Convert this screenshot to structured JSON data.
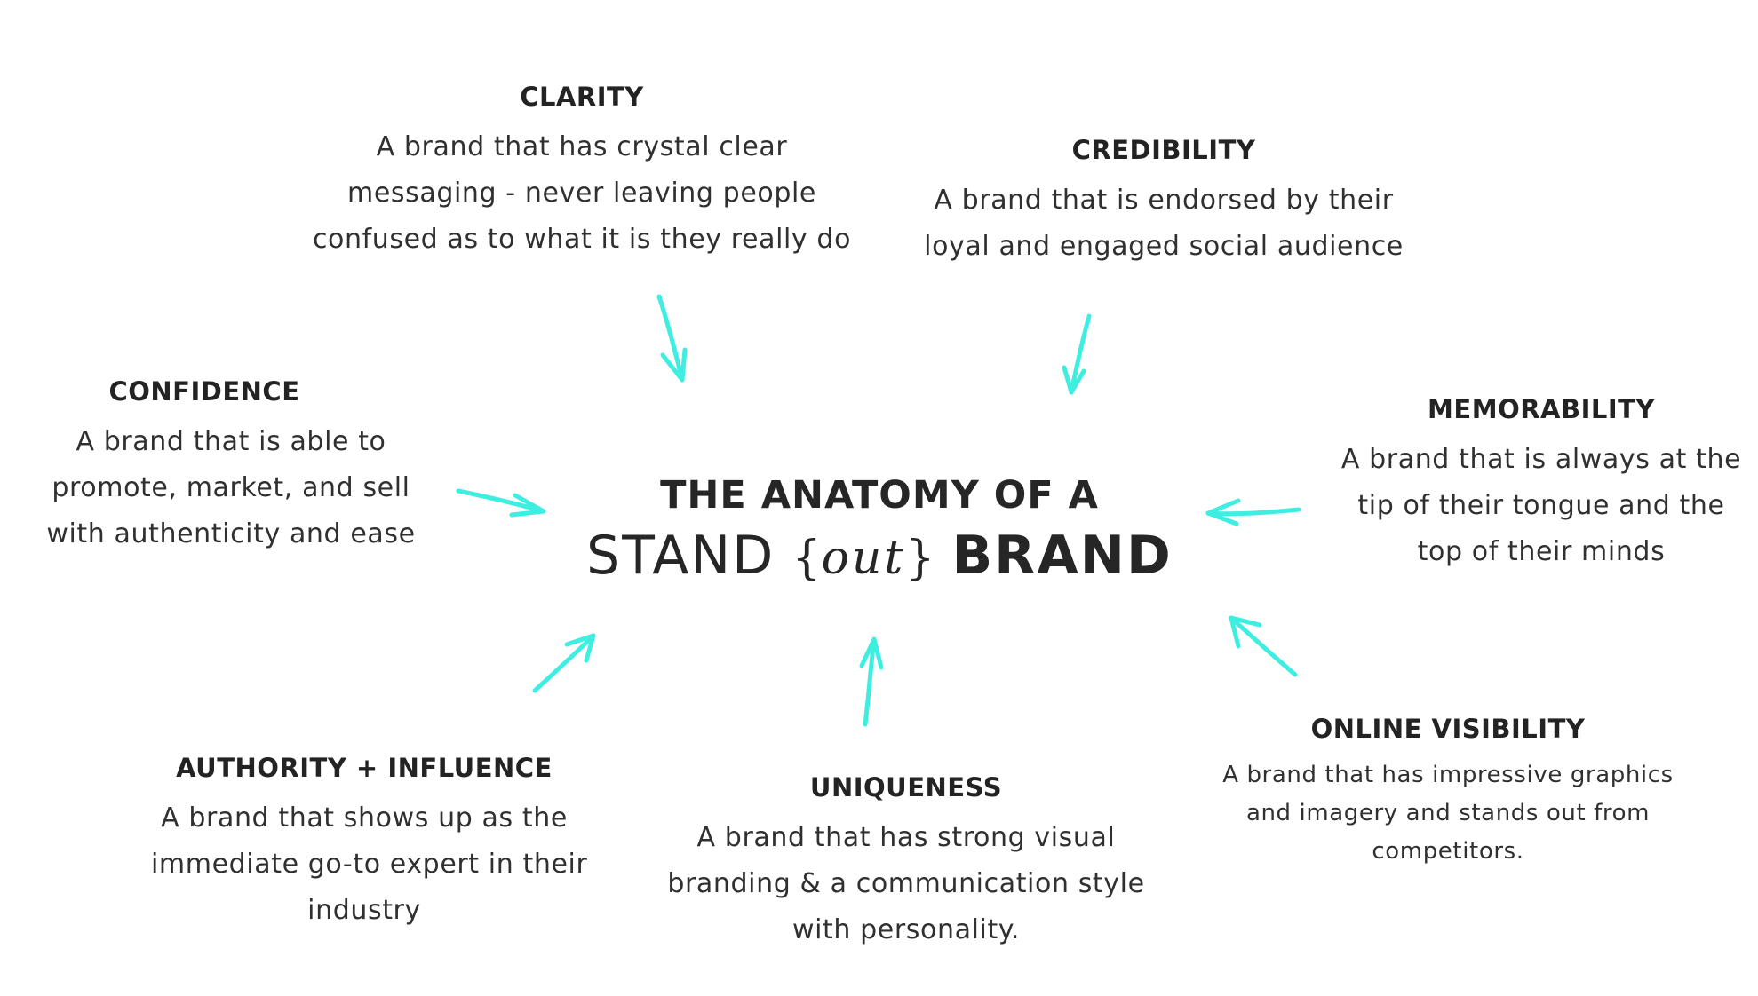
{
  "center": {
    "line1": "THE ANATOMY OF A",
    "stand": "STAND",
    "open_brace": "{",
    "out": "out",
    "close_brace": "}",
    "brand": "BRAND"
  },
  "accent_color": "#3eeee0",
  "text_color": "#222222",
  "blocks": {
    "clarity": {
      "title": "CLARITY",
      "lines": [
        "A brand that has crystal clear",
        "messaging - never leaving people",
        "confused as to what it is they really do"
      ]
    },
    "credibility": {
      "title": "CREDIBILITY",
      "lines": [
        "A brand that is endorsed by their",
        "loyal and engaged social audience"
      ]
    },
    "confidence": {
      "title": "CONFIDENCE",
      "lines": [
        "A brand that is able to",
        "promote, market, and sell",
        "with authenticity and ease"
      ]
    },
    "memorability": {
      "title": "MEMORABILITY",
      "lines": [
        "A brand that is always at the",
        "tip of their tongue and the",
        "top of their minds"
      ]
    },
    "online_visibility": {
      "title": "ONLINE VISIBILITY",
      "lines": [
        "A brand that has impressive graphics",
        "and imagery and stands out from",
        "competitors."
      ]
    },
    "uniqueness": {
      "title": "UNIQUENESS",
      "lines": [
        "A brand that has strong visual",
        "branding & a communication style",
        "with personality."
      ]
    },
    "authority": {
      "title": "AUTHORITY + INFLUENCE",
      "lines": [
        "A brand that shows up as the",
        "immediate go-to expert in their",
        "industry"
      ]
    }
  }
}
